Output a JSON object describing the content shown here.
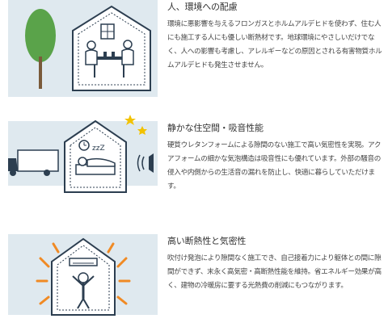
{
  "features": [
    {
      "title": "人、環境への配慮",
      "body": "環境に悪影響を与えるフロンガスとホルムアルデヒドを使わず、住む人にも施工する人にも優しい断熱材です。地球環境にやさしいだけでなく、人への影響も考慮し、アレルギーなどの原因とされる有害物質ホルムアルデヒドも発生させません。",
      "illustration": "house-with-family-and-tree"
    },
    {
      "title": "静かな住空間・吸音性能",
      "body": "硬質ウレタンフォームによる隙間のない施工で高い気密性を実現。アクアフォームの細かな気泡構造は吸音性にも優れています。外部の騒音の侵入や内側からの生活音の漏れを防止し、快適に暮らしていただけます。",
      "illustration": "house-with-sleeping-person-truck-speaker",
      "sleep_text": "zzZ"
    },
    {
      "title": "高い断熱性と気密性",
      "body": "吹付け発泡により隙間なく施工でき、自己接着力により躯体との間に隙間ができず、末永く高気密・高断熱性能を維持。省エネルギー効果が高く、建物の冷暖房に要する光熱費の削減にもつながります。",
      "illustration": "house-with-happy-person-and-aircon"
    }
  ],
  "colors": {
    "panel": "#dfe9ef",
    "line": "#2c3e50",
    "star": "#f2c200",
    "tree": "#5aa34a",
    "heat": "#f08a24"
  }
}
